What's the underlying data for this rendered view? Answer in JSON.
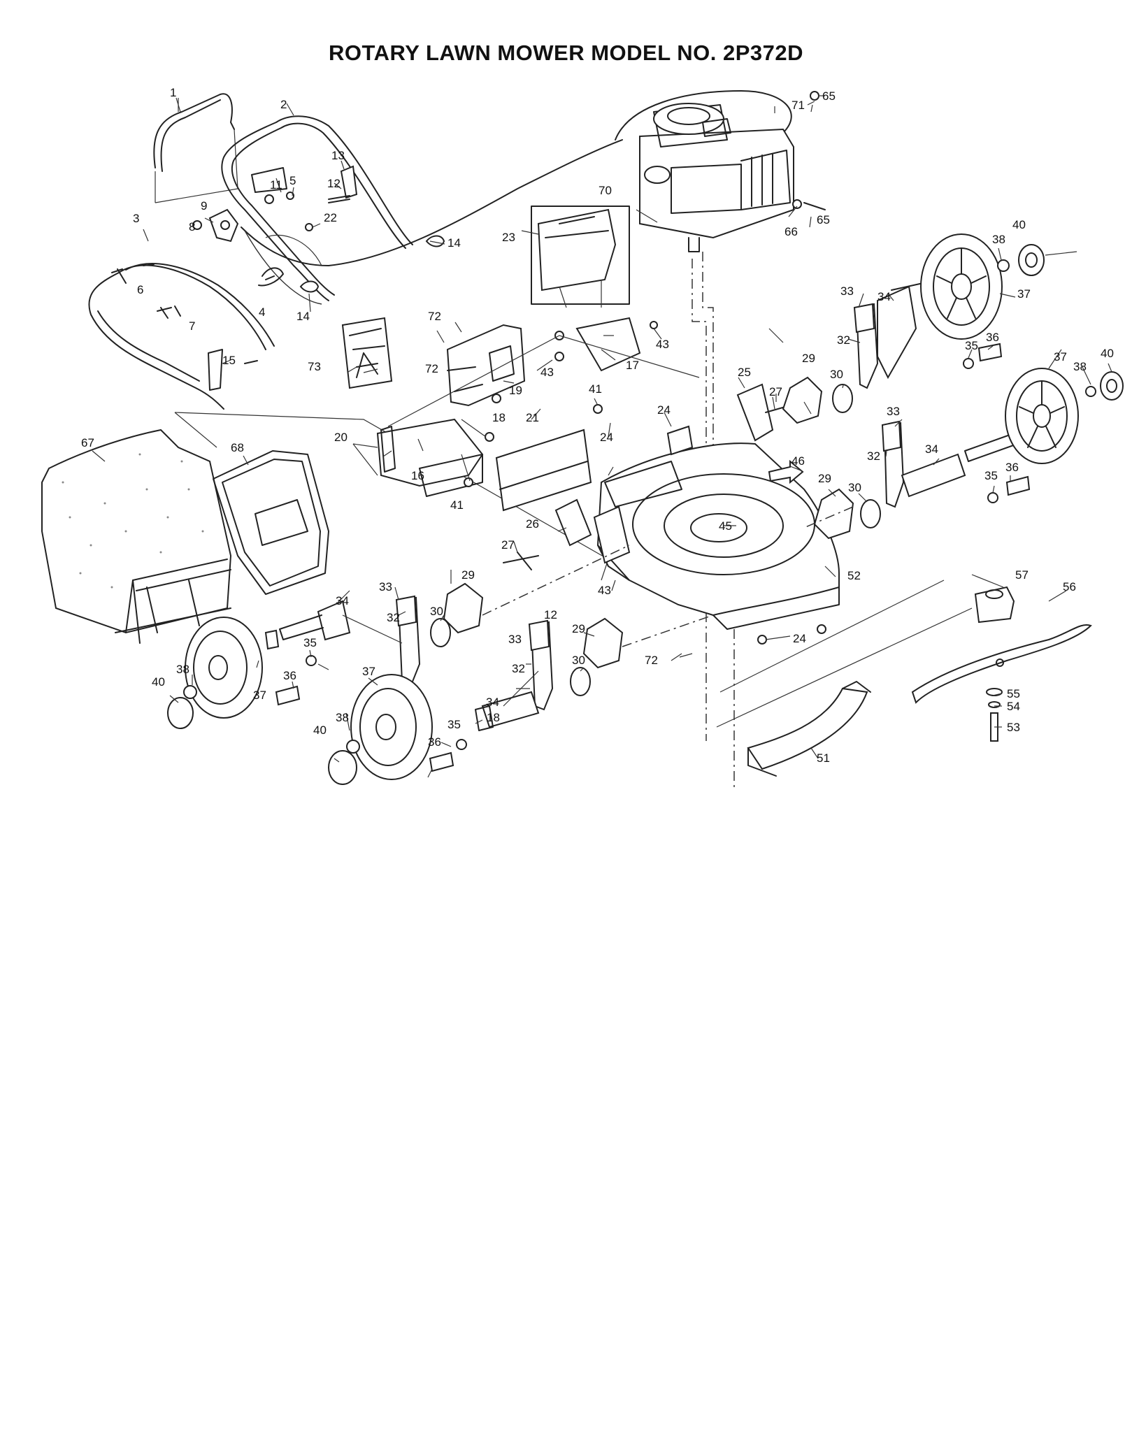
{
  "title": "ROTARY LAWN MOWER MODEL NO. 2P372D",
  "callouts": [
    {
      "id": "c1",
      "text": "1"
    },
    {
      "id": "c2",
      "text": "2"
    },
    {
      "id": "c3",
      "text": "3"
    },
    {
      "id": "c4",
      "text": "4"
    },
    {
      "id": "c5",
      "text": "5"
    },
    {
      "id": "c6",
      "text": "6"
    },
    {
      "id": "c7",
      "text": "7"
    },
    {
      "id": "c8",
      "text": "8"
    },
    {
      "id": "c9",
      "text": "9"
    },
    {
      "id": "c11",
      "text": "11"
    },
    {
      "id": "c12",
      "text": "12"
    },
    {
      "id": "c13",
      "text": "13"
    },
    {
      "id": "c14a",
      "text": "14"
    },
    {
      "id": "c14b",
      "text": "14"
    },
    {
      "id": "c15",
      "text": "15"
    },
    {
      "id": "c16",
      "text": "16"
    },
    {
      "id": "c17",
      "text": "17"
    },
    {
      "id": "c18",
      "text": "18"
    },
    {
      "id": "c19",
      "text": "19"
    },
    {
      "id": "c20",
      "text": "20"
    },
    {
      "id": "c21",
      "text": "21"
    },
    {
      "id": "c22",
      "text": "22"
    },
    {
      "id": "c23",
      "text": "23"
    },
    {
      "id": "c24a",
      "text": "24"
    },
    {
      "id": "c24b",
      "text": "24"
    },
    {
      "id": "c24c",
      "text": "24"
    },
    {
      "id": "c25",
      "text": "25"
    },
    {
      "id": "c26",
      "text": "26"
    },
    {
      "id": "c27a",
      "text": "27"
    },
    {
      "id": "c27b",
      "text": "27"
    },
    {
      "id": "c29a",
      "text": "29"
    },
    {
      "id": "c29b",
      "text": "29"
    },
    {
      "id": "c29c",
      "text": "29"
    },
    {
      "id": "c29d",
      "text": "29"
    },
    {
      "id": "c30a",
      "text": "30"
    },
    {
      "id": "c30b",
      "text": "30"
    },
    {
      "id": "c30c",
      "text": "30"
    },
    {
      "id": "c30d",
      "text": "30"
    },
    {
      "id": "c32a",
      "text": "32"
    },
    {
      "id": "c32b",
      "text": "32"
    },
    {
      "id": "c32c",
      "text": "32"
    },
    {
      "id": "c32d",
      "text": "32"
    },
    {
      "id": "c33a",
      "text": "33"
    },
    {
      "id": "c33b",
      "text": "33"
    },
    {
      "id": "c33c",
      "text": "33"
    },
    {
      "id": "c33d",
      "text": "33"
    },
    {
      "id": "c34a",
      "text": "34"
    },
    {
      "id": "c34b",
      "text": "34"
    },
    {
      "id": "c34c",
      "text": "34"
    },
    {
      "id": "c34d",
      "text": "34"
    },
    {
      "id": "c35a",
      "text": "35"
    },
    {
      "id": "c35b",
      "text": "35"
    },
    {
      "id": "c35c",
      "text": "35"
    },
    {
      "id": "c35d",
      "text": "35"
    },
    {
      "id": "c36a",
      "text": "36"
    },
    {
      "id": "c36b",
      "text": "36"
    },
    {
      "id": "c36c",
      "text": "36"
    },
    {
      "id": "c36d",
      "text": "36"
    },
    {
      "id": "c37a",
      "text": "37"
    },
    {
      "id": "c37b",
      "text": "37"
    },
    {
      "id": "c37c",
      "text": "37"
    },
    {
      "id": "c37d",
      "text": "37"
    },
    {
      "id": "c38a",
      "text": "38"
    },
    {
      "id": "c38b",
      "text": "38"
    },
    {
      "id": "c38c",
      "text": "38"
    },
    {
      "id": "c38d",
      "text": "38"
    },
    {
      "id": "c40a",
      "text": "40"
    },
    {
      "id": "c40b",
      "text": "40"
    },
    {
      "id": "c40c",
      "text": "40"
    },
    {
      "id": "c40d",
      "text": "40"
    },
    {
      "id": "c41a",
      "text": "41"
    },
    {
      "id": "c41b",
      "text": "41"
    },
    {
      "id": "c43a",
      "text": "43"
    },
    {
      "id": "c43b",
      "text": "43"
    },
    {
      "id": "c43c",
      "text": "43"
    },
    {
      "id": "c45",
      "text": "45"
    },
    {
      "id": "c46",
      "text": "46"
    },
    {
      "id": "c51",
      "text": "51"
    },
    {
      "id": "c52",
      "text": "52"
    },
    {
      "id": "c53",
      "text": "53"
    },
    {
      "id": "c54",
      "text": "54"
    },
    {
      "id": "c55",
      "text": "55"
    },
    {
      "id": "c56",
      "text": "56"
    },
    {
      "id": "c57",
      "text": "57"
    },
    {
      "id": "c65a",
      "text": "65"
    },
    {
      "id": "c65b",
      "text": "65"
    },
    {
      "id": "c66",
      "text": "66"
    },
    {
      "id": "c67",
      "text": "67"
    },
    {
      "id": "c68",
      "text": "68"
    },
    {
      "id": "c70",
      "text": "70"
    },
    {
      "id": "c71",
      "text": "71"
    },
    {
      "id": "c72a",
      "text": "72"
    },
    {
      "id": "c72b",
      "text": "72"
    },
    {
      "id": "c72c",
      "text": "72"
    },
    {
      "id": "c73",
      "text": "73"
    },
    {
      "id": "c12b",
      "text": "12"
    },
    {
      "id": "c18b",
      "text": "18"
    }
  ]
}
